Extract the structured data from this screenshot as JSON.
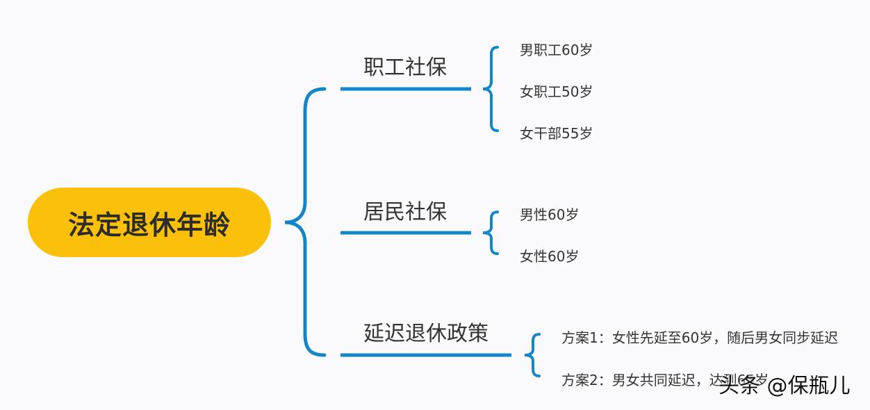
{
  "root": {
    "label": "法定退休年龄"
  },
  "branches": [
    {
      "label": "职工社保",
      "items": [
        "男职工60岁",
        "女职工50岁",
        "女干部55岁"
      ]
    },
    {
      "label": "居民社保",
      "items": [
        "男性60岁",
        "女性60岁"
      ]
    },
    {
      "label": "延迟退休政策",
      "items": [
        "方案1：女性先延至60岁，随后男女同步延迟",
        "方案2：男女共同延迟，达到65岁"
      ]
    }
  ],
  "watermark": "头条 @保瓶儿",
  "colors": {
    "root_fill": "#fbc00a",
    "line": "#1286c8",
    "text": "#333333"
  }
}
